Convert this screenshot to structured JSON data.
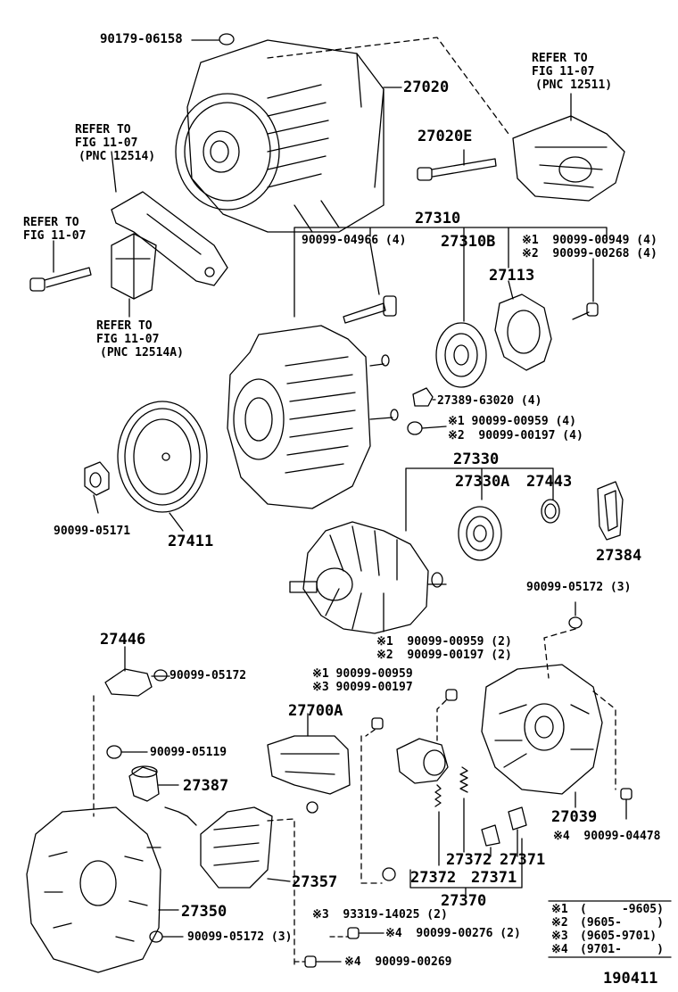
{
  "labels": {
    "bolt_top": "90179-06158",
    "alternator_assy": "27020",
    "bolt_27020e": "27020E",
    "refer_right_1": "REFER TO",
    "refer_right_2": "FIG 11-07",
    "refer_right_3": "(PNC 12511)",
    "refer_left_1": "REFER TO",
    "refer_left_2": "FIG 11-07",
    "refer_left_3": "(PNC 12514)",
    "refer_bolt_1": "REFER TO",
    "refer_bolt_2": "FIG 11-07",
    "refer_bottom_1": "REFER TO",
    "refer_bottom_2": "FIG 11-07",
    "refer_bottom_3": "(PNC 12514A)",
    "frame_27310": "27310",
    "bolt_04966": "90099-04966 (4)",
    "bearing_27310b": "27310B",
    "star1_00949": "※1  90099-00949 (4)",
    "star2_00268": "※2  90099-00268 (4)",
    "retainer_27113": "27113",
    "terminal_63020": "27389-63020 (4)",
    "star1_00959_4": "※1 90099-00959 (4)",
    "star2_00197_4": "※2  90099-00197 (4)",
    "nut_05171": "90099-05171",
    "pulley_27411": "27411",
    "rotor_27330": "27330",
    "bearing_27330a": "27330A",
    "cover_27443": "27443",
    "ring_27384": "27384",
    "nut_05172_3a": "90099-05172 (3)",
    "plate_27446": "27446",
    "nut_05172": "90099-05172",
    "star1_00959_2": "※1  90099-00959 (2)",
    "star2_00197_2": "※2  90099-00197 (2)",
    "star1_00959": "※1 90099-00959",
    "star3_00197": "※3 90099-00197",
    "regulator_27700a": "27700A",
    "nut_05119": "90099-05119",
    "insulator_27387": "27387",
    "end_cover_27039": "27039",
    "star4_04478": "※4  90099-04478",
    "brush_27372a": "27372",
    "brush_27372b": "27372",
    "spring_27371a": "27371",
    "spring_27371b": "27371",
    "holder_27370": "27370",
    "rectifier_27357": "27357",
    "frame_27350": "27350",
    "star3_14025": "※3  93319-14025 (2)",
    "star4_00276": "※4  90099-00276 (2)",
    "nut_05172_3b": "90099-05172 (3)",
    "star4_00269": "※4  90099-00269"
  },
  "legend": [
    {
      "mark": "※1",
      "range": "(     -9605)"
    },
    {
      "mark": "※2",
      "range": "(9605-     )"
    },
    {
      "mark": "※3",
      "range": "(9605-9701)"
    },
    {
      "mark": "※4",
      "range": "(9701-     )"
    }
  ],
  "figure_number": "190411"
}
